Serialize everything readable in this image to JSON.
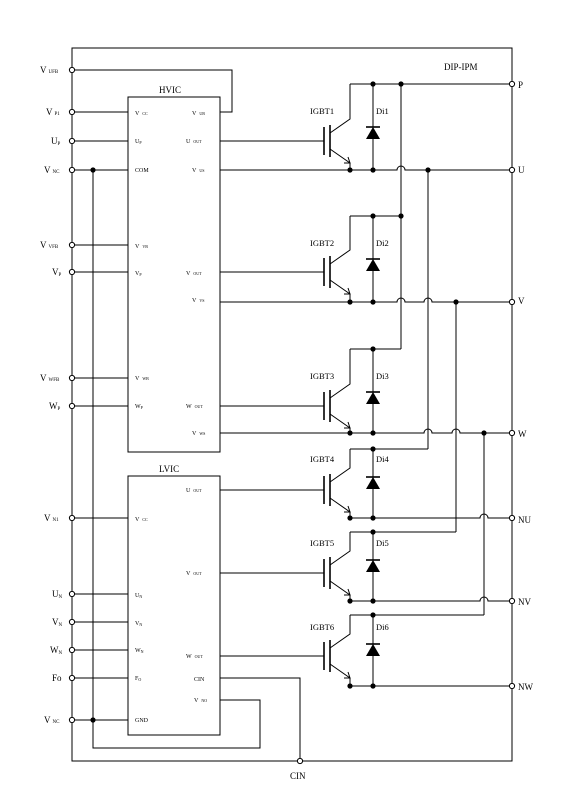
{
  "module_label": "DIP-IPM",
  "hvic": {
    "title": "HVIC",
    "pins_left": [
      {
        "main": "V",
        "sub": "CC"
      },
      {
        "main": "U",
        "sub": "P"
      },
      {
        "main": "COM",
        "sub": ""
      },
      {
        "main": "V",
        "sub": "VB"
      },
      {
        "main": "V",
        "sub": "P"
      },
      {
        "main": "V",
        "sub": "WB"
      },
      {
        "main": "W",
        "sub": "P"
      }
    ],
    "pins_right": [
      {
        "main": "V",
        "sub": "UB"
      },
      {
        "main": "U",
        "sub": "OUT"
      },
      {
        "main": "V",
        "sub": "US"
      },
      {
        "main": "V",
        "sub": "OUT"
      },
      {
        "main": "V",
        "sub": "VS"
      },
      {
        "main": "W",
        "sub": "OUT"
      },
      {
        "main": "V",
        "sub": "WS"
      }
    ]
  },
  "lvic": {
    "title": "LVIC",
    "pins_left": [
      {
        "main": "V",
        "sub": "CC"
      },
      {
        "main": "U",
        "sub": "N"
      },
      {
        "main": "V",
        "sub": "N"
      },
      {
        "main": "W",
        "sub": "N"
      },
      {
        "main": "F",
        "sub": "O"
      },
      {
        "main": "GND",
        "sub": ""
      }
    ],
    "pins_right": [
      {
        "main": "U",
        "sub": "OUT"
      },
      {
        "main": "V",
        "sub": "OUT"
      },
      {
        "main": "W",
        "sub": "OUT"
      },
      {
        "main": "CIN",
        "sub": ""
      },
      {
        "main": "V",
        "sub": "NO"
      }
    ]
  },
  "left_terminals": [
    {
      "main": "V",
      "sub": "UFB"
    },
    {
      "main": "V",
      "sub": "P1"
    },
    {
      "main": "U",
      "sub": "P"
    },
    {
      "main": "V",
      "sub": "NC"
    },
    {
      "main": "V",
      "sub": "VFB"
    },
    {
      "main": "V",
      "sub": "P"
    },
    {
      "main": "V",
      "sub": "WFB"
    },
    {
      "main": "W",
      "sub": "P"
    },
    {
      "main": "V",
      "sub": "N1"
    },
    {
      "main": "U",
      "sub": "N"
    },
    {
      "main": "V",
      "sub": "N"
    },
    {
      "main": "W",
      "sub": "N"
    },
    {
      "main": "Fo",
      "sub": ""
    },
    {
      "main": "V",
      "sub": "NC"
    }
  ],
  "right_terminals": [
    "P",
    "U",
    "V",
    "W",
    "NU",
    "NV",
    "NW"
  ],
  "bottom_terminal": "CIN",
  "igbts": [
    "IGBT1",
    "IGBT2",
    "IGBT3",
    "IGBT4",
    "IGBT5",
    "IGBT6"
  ],
  "diodes": [
    "Di1",
    "Di2",
    "Di3",
    "Di4",
    "Di5",
    "Di6"
  ]
}
